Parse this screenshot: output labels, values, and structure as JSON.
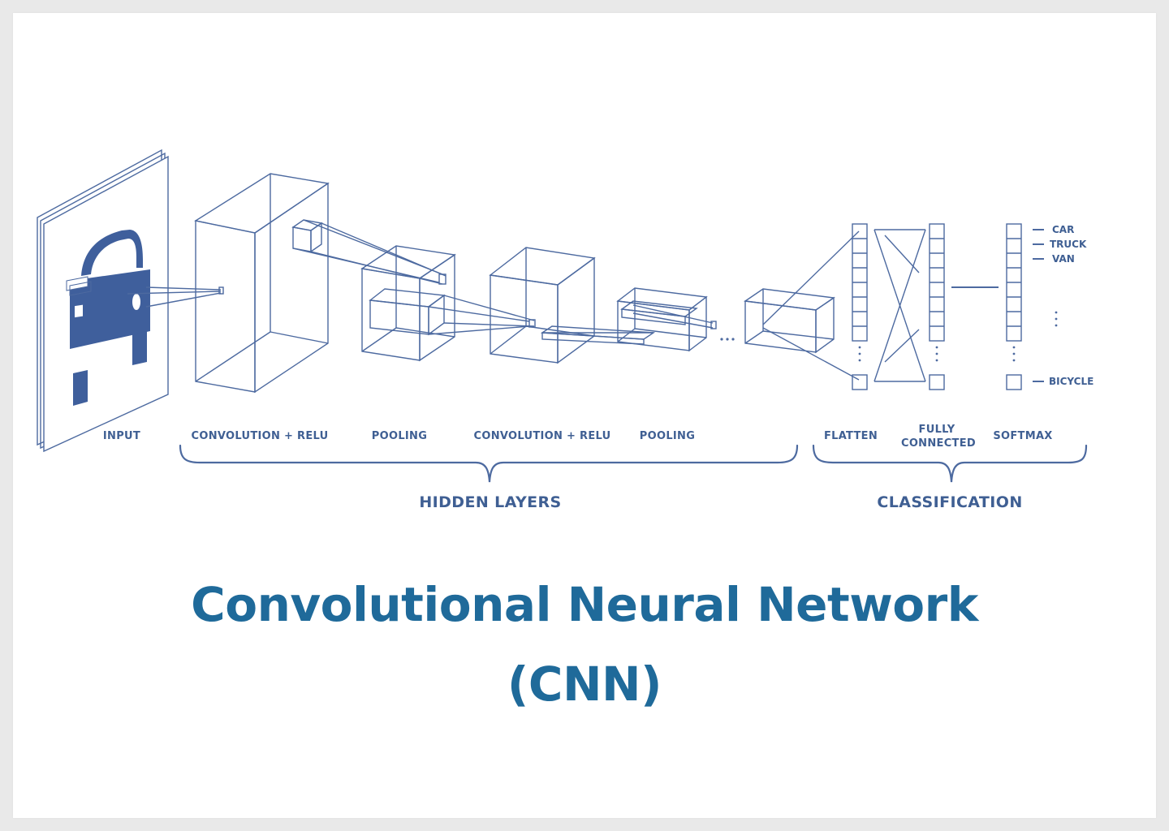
{
  "stages": {
    "input": "INPUT",
    "conv1": "CONVOLUTION + RELU",
    "pool1": "POOLING",
    "conv2": "CONVOLUTION + RELU",
    "pool2": "POOLING",
    "flatten": "FLATTEN",
    "fully_connected_line1": "FULLY",
    "fully_connected_line2": "CONNECTED",
    "softmax": "SOFTMAX"
  },
  "groups": {
    "hidden": "HIDDEN LAYERS",
    "classification": "CLASSIFICATION"
  },
  "classes": [
    "CAR",
    "TRUCK",
    "VAN",
    "BICYCLE"
  ],
  "ellipsis": "...",
  "title": {
    "line1": "Convolutional Neural Network",
    "line2": "(CNN)"
  },
  "colors": {
    "diagram": "#4d6aa0",
    "car_fill": "#3f5f9c",
    "title": "#1f6a9a"
  },
  "icons": [
    "car-icon"
  ]
}
